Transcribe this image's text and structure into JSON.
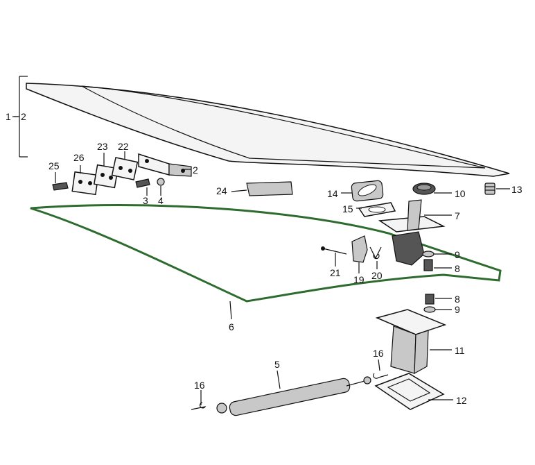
{
  "callouts": {
    "c1": "1",
    "c2a": "2",
    "c2b": "2",
    "c3": "3",
    "c4": "4",
    "c5": "5",
    "c6": "6",
    "c7": "7",
    "c8a": "8",
    "c8b": "8",
    "c9a": "9",
    "c9b": "9",
    "c10": "10",
    "c11": "11",
    "c12": "12",
    "c13": "13",
    "c14": "14",
    "c15": "15",
    "c16a": "16",
    "c16b": "16",
    "c19": "19",
    "c20": "20",
    "c21": "21",
    "c22": "22",
    "c23": "23",
    "c24": "24",
    "c25": "25",
    "c26": "26"
  },
  "colors": {
    "line": "#111111",
    "seal": "#2e6b2e"
  }
}
